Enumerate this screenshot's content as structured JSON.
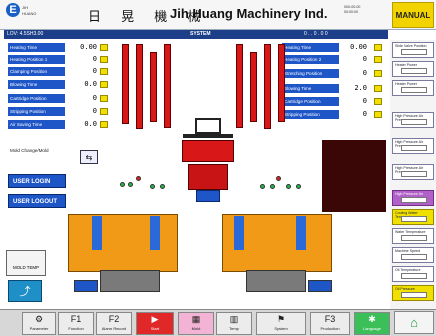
{
  "header": {
    "logo_letter": "E",
    "logo_small": [
      "JIH",
      "HUANG"
    ],
    "title_cn": "日 晃 機 械",
    "title_en": "Jih Huang Machinery Ind.",
    "info_lines": [
      "000-00-00",
      "00:00:00"
    ],
    "mode": "MANUAL"
  },
  "bluebar": {
    "left_text": "LOV: 4.5SH3.00",
    "center_text": "SYSTEM",
    "right_text": "0 . . 0 . 0 0"
  },
  "left_params": [
    {
      "label": "Heating Time",
      "value": "0.00"
    },
    {
      "label": "Heating Position 1",
      "value": "0"
    },
    {
      "label": "Clamping Position",
      "value": "0"
    },
    {
      "label": "Blowing Time",
      "value": "0.0"
    },
    {
      "label": "Cartridge Position",
      "value": "0"
    },
    {
      "label": "Stripping Position",
      "value": "0"
    },
    {
      "label": "Air Saving Time",
      "value": "0.0"
    }
  ],
  "right_params": [
    {
      "label": "Heating Time",
      "value": "0.00"
    },
    {
      "label": "Heating Position 2",
      "value": "0"
    },
    {
      "label": "Stretching Position",
      "value": "0"
    },
    {
      "label": "Blowing Time",
      "value": "2.0"
    },
    {
      "label": "Cartridge Position",
      "value": "0"
    },
    {
      "label": "Stripping Position",
      "value": "0"
    }
  ],
  "left_controls": {
    "mold_label": "Mold Change/Mold",
    "user_login": "USER LOGIN",
    "user_logout": "USER LOGOUT",
    "mold_temp": "MOLD TEMP"
  },
  "sidebar": [
    {
      "label": "Slide Valve Position",
      "value": "",
      "style": "white"
    },
    {
      "label": "Heater Power",
      "value": "",
      "style": "white"
    },
    {
      "label": "Heater Power",
      "value": "",
      "style": "white"
    },
    {
      "label": "High Pressure Air Pressure",
      "value": "",
      "style": "white"
    },
    {
      "label": "High Pressure Air Pressure",
      "value": "",
      "style": "white"
    },
    {
      "label": "High Pressure Air Pressure",
      "value": "",
      "style": "white"
    },
    {
      "label": "High Pressure Air",
      "value": "",
      "style": "purple"
    },
    {
      "label": "Cooling Water Temperature",
      "value": "",
      "style": "yellow"
    },
    {
      "label": "Water Temperature",
      "value": "",
      "style": "white"
    },
    {
      "label": "Machine Speed",
      "value": "",
      "style": "white"
    },
    {
      "label": "Oil Temperature",
      "value": "",
      "style": "white"
    },
    {
      "label": "Oil Pressure",
      "value": "",
      "style": "yellow"
    }
  ],
  "bottom_bar": [
    {
      "label": "Parameter",
      "icon": "⚙"
    },
    {
      "label": "Function",
      "icon": "F1"
    },
    {
      "label": "Alarm Record",
      "icon": "F2"
    },
    {
      "label": "Start",
      "icon": "▶"
    },
    {
      "label": "Mold",
      "icon": "▦"
    },
    {
      "label": "Temp",
      "icon": "▥"
    },
    {
      "label": "System",
      "icon": "⚑"
    },
    {
      "label": "Production",
      "icon": "F3"
    },
    {
      "label": "Language",
      "icon": "✱"
    }
  ],
  "colors": {
    "accent_blue": "#1e56c8",
    "machine_red": "#d81818",
    "mode_yellow": "#f2d300",
    "tray_orange": "#f09a18",
    "status_green": "#1db94a"
  }
}
